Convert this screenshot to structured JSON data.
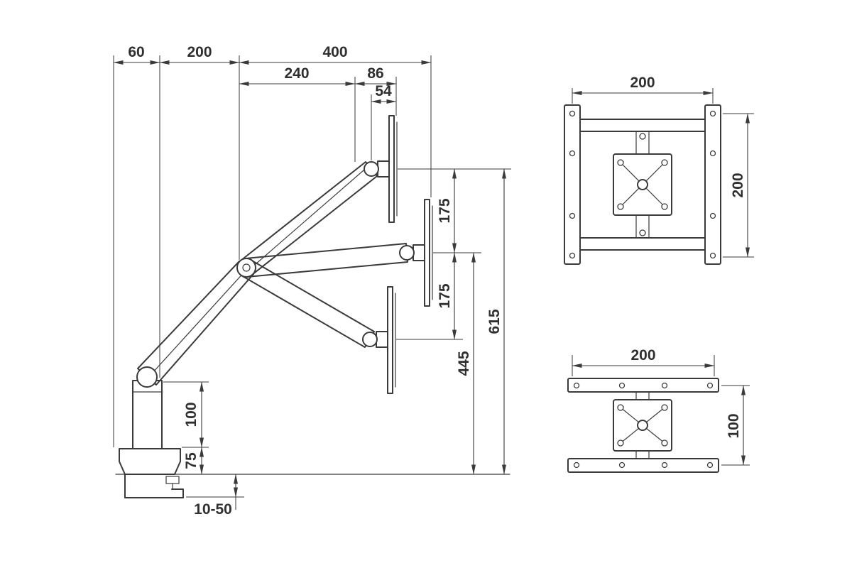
{
  "colors": {
    "ink": "#3a3a3a",
    "text": "#2f2f2f",
    "background": "#ffffff"
  },
  "side_view": {
    "dims": {
      "clamp_width": "60",
      "lower_reach": "200",
      "total_reach": "400",
      "upper_arm_reach": "240",
      "head_length": "86",
      "pivot_offset": "54",
      "travel_upper": "175",
      "travel_lower": "175",
      "height_max": "615",
      "height_mid": "445",
      "riser_height": "100",
      "clamp_height": "75",
      "desk_thickness_range": "10-50"
    }
  },
  "rear_view_square": {
    "dims": {
      "width": "200",
      "height": "200"
    }
  },
  "rear_view_wide": {
    "dims": {
      "width": "200",
      "height": "100"
    }
  }
}
